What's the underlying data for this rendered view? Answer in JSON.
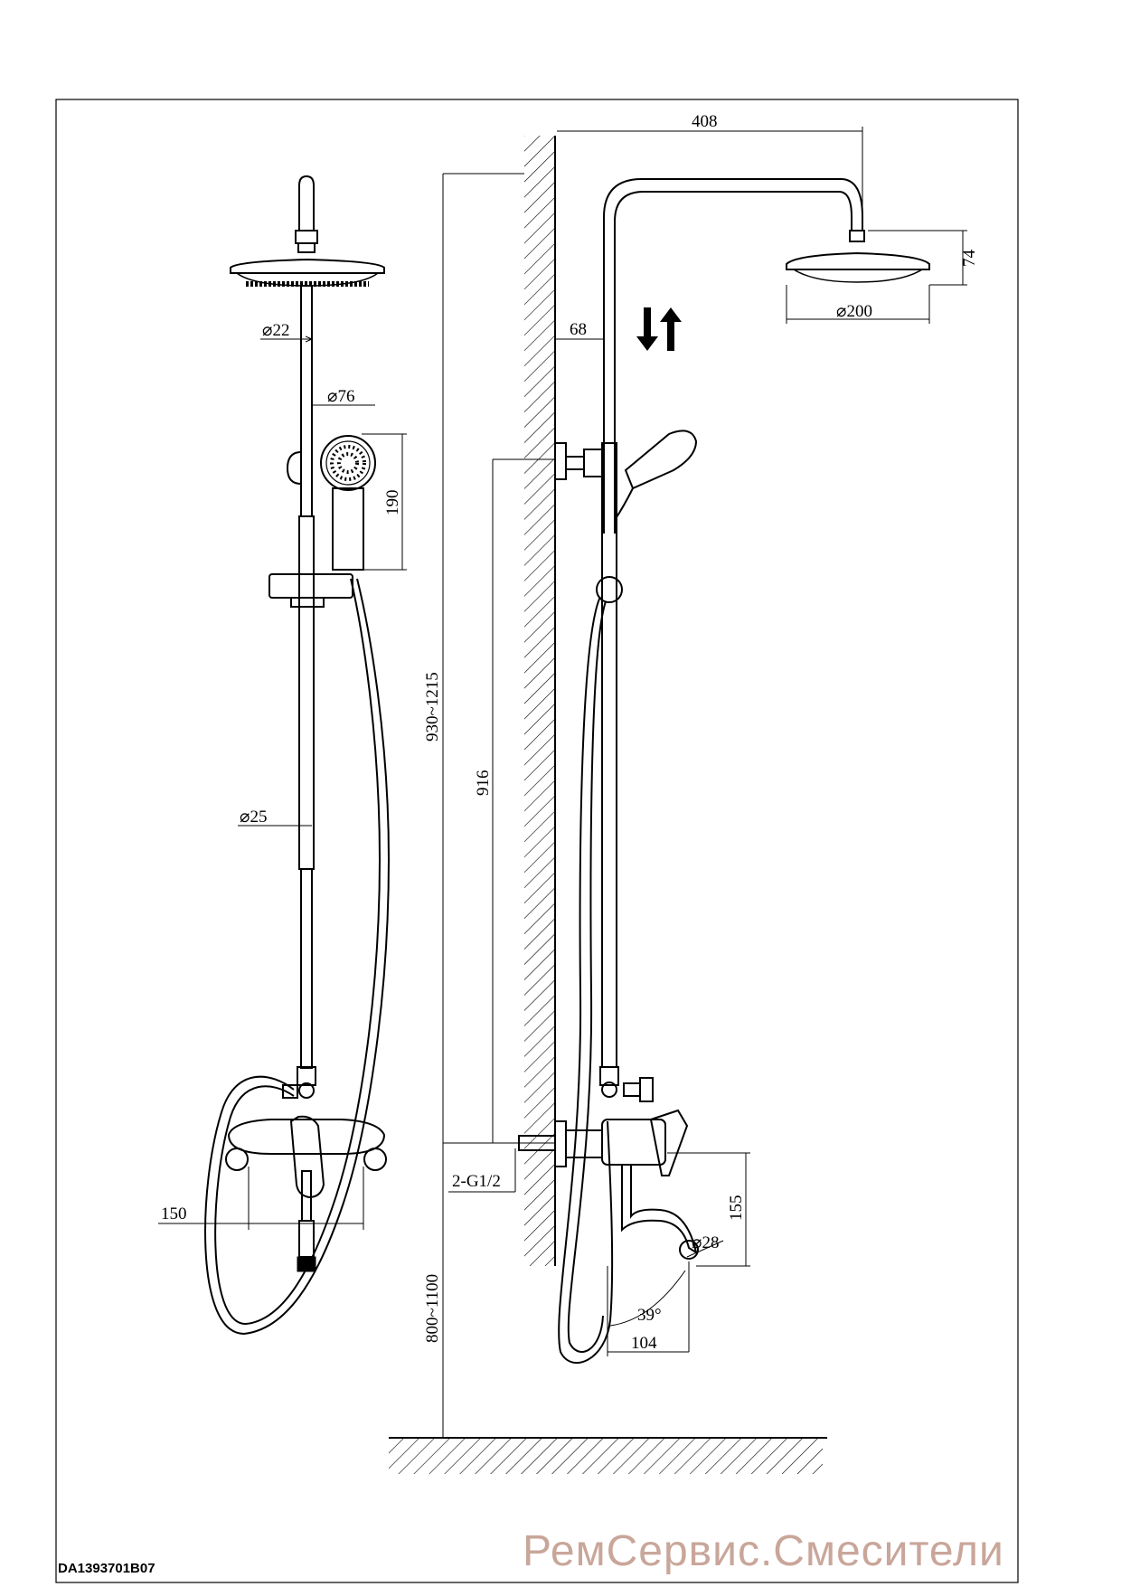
{
  "drawing_code": "DA1393701B07",
  "watermark": "РемСервис.Смесители",
  "front_view": {
    "dims": {
      "riser_diameter": "⌀22",
      "hand_shower_diameter": "⌀76",
      "hand_shower_length": "190",
      "bar_diameter": "⌀25",
      "mixer_width": "150"
    }
  },
  "side_view": {
    "dims": {
      "arm_reach": "408",
      "head_height": "74",
      "head_diameter": "⌀200",
      "wall_offset": "68",
      "total_height_range": "930~1215",
      "inlet_to_bracket": "916",
      "inlet_thread": "2-G1/2",
      "spout_height": "155",
      "spout_diameter": "⌀28",
      "spout_angle": "39°",
      "spout_reach": "104",
      "mount_height_range": "800~1100"
    }
  }
}
